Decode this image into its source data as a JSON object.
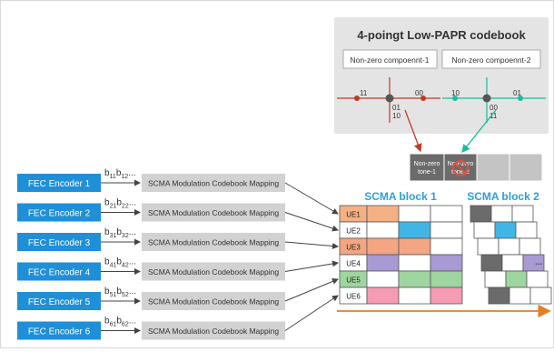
{
  "codebook": {
    "title": "4-poingt Low-PAPR codebook",
    "component1_label": "Non-zero compoennt-1",
    "component2_label": "Non-zero compoennt-2",
    "plot1": {
      "left_label": "11",
      "right_label": "00",
      "below_label_1": "01",
      "below_label_2": "10"
    },
    "plot2": {
      "left_label": "10",
      "right_label": "01",
      "below_label_1": "00",
      "below_label_2": "11"
    }
  },
  "tones": {
    "tone1_line1": "Non-zero",
    "tone1_line2": "tone-1",
    "tone2_line1": "Non-zero",
    "tone2_line2": "tone-2"
  },
  "blocks": {
    "block1_label": "SCMA block 1",
    "block2_label": "SCMA block 2",
    "ellipsis": "..."
  },
  "encoders": [
    {
      "label": "FEC Encoder 1",
      "bits_prefix": "b",
      "sub1": "11",
      "sub2": "12",
      "bits_tail": "...",
      "mapping": "SCMA Modulation Codebook Mapping"
    },
    {
      "label": "FEC Encoder 2",
      "bits_prefix": "b",
      "sub1": "21",
      "sub2": "22",
      "bits_tail": "...",
      "mapping": "SCMA Modulation Codebook Mapping"
    },
    {
      "label": "FEC Encoder 3",
      "bits_prefix": "b",
      "sub1": "31",
      "sub2": "32",
      "bits_tail": "...",
      "mapping": "SCMA Modulation Codebook Mapping"
    },
    {
      "label": "FEC Encoder 4",
      "bits_prefix": "b",
      "sub1": "41",
      "sub2": "42",
      "bits_tail": "...",
      "mapping": "SCMA Modulation Codebook Mapping"
    },
    {
      "label": "FEC Encoder 5",
      "bits_prefix": "b",
      "sub1": "51",
      "sub2": "52",
      "bits_tail": "...",
      "mapping": "SCMA Modulation Codebook Mapping"
    },
    {
      "label": "FEC Encoder 6",
      "bits_prefix": "b",
      "sub1": "61",
      "sub2": "62",
      "bits_tail": "...",
      "mapping": "SCMA Modulation Codebook Mapping"
    }
  ],
  "ue_rows": [
    {
      "label": "UE1",
      "color": "#f4b183",
      "cells": [
        true,
        false,
        false
      ]
    },
    {
      "label": "UE2",
      "color": "#41b6e6",
      "cells": [
        false,
        true,
        false
      ]
    },
    {
      "label": "UE3",
      "color": "#f4a582",
      "cells": [
        true,
        true,
        false
      ]
    },
    {
      "label": "UE4",
      "color": "#a99ad6",
      "cells": [
        true,
        false,
        true
      ]
    },
    {
      "label": "UE5",
      "color": "#9fd5a0",
      "cells": [
        false,
        true,
        true
      ]
    },
    {
      "label": "UE6",
      "color": "#f59bb2",
      "cells": [
        true,
        false,
        true
      ]
    }
  ],
  "colors": {
    "encoder_blue": "#1f8fd8",
    "mapping_gray": "#d2d2d2",
    "codebook_panel": "#e4e4e4",
    "axis_red": "#c0392b",
    "axis_teal": "#1abc9c",
    "block_title_blue": "#2d9fe0",
    "timeline": "#e67e22",
    "tone_dark": "#6b6b6b"
  }
}
